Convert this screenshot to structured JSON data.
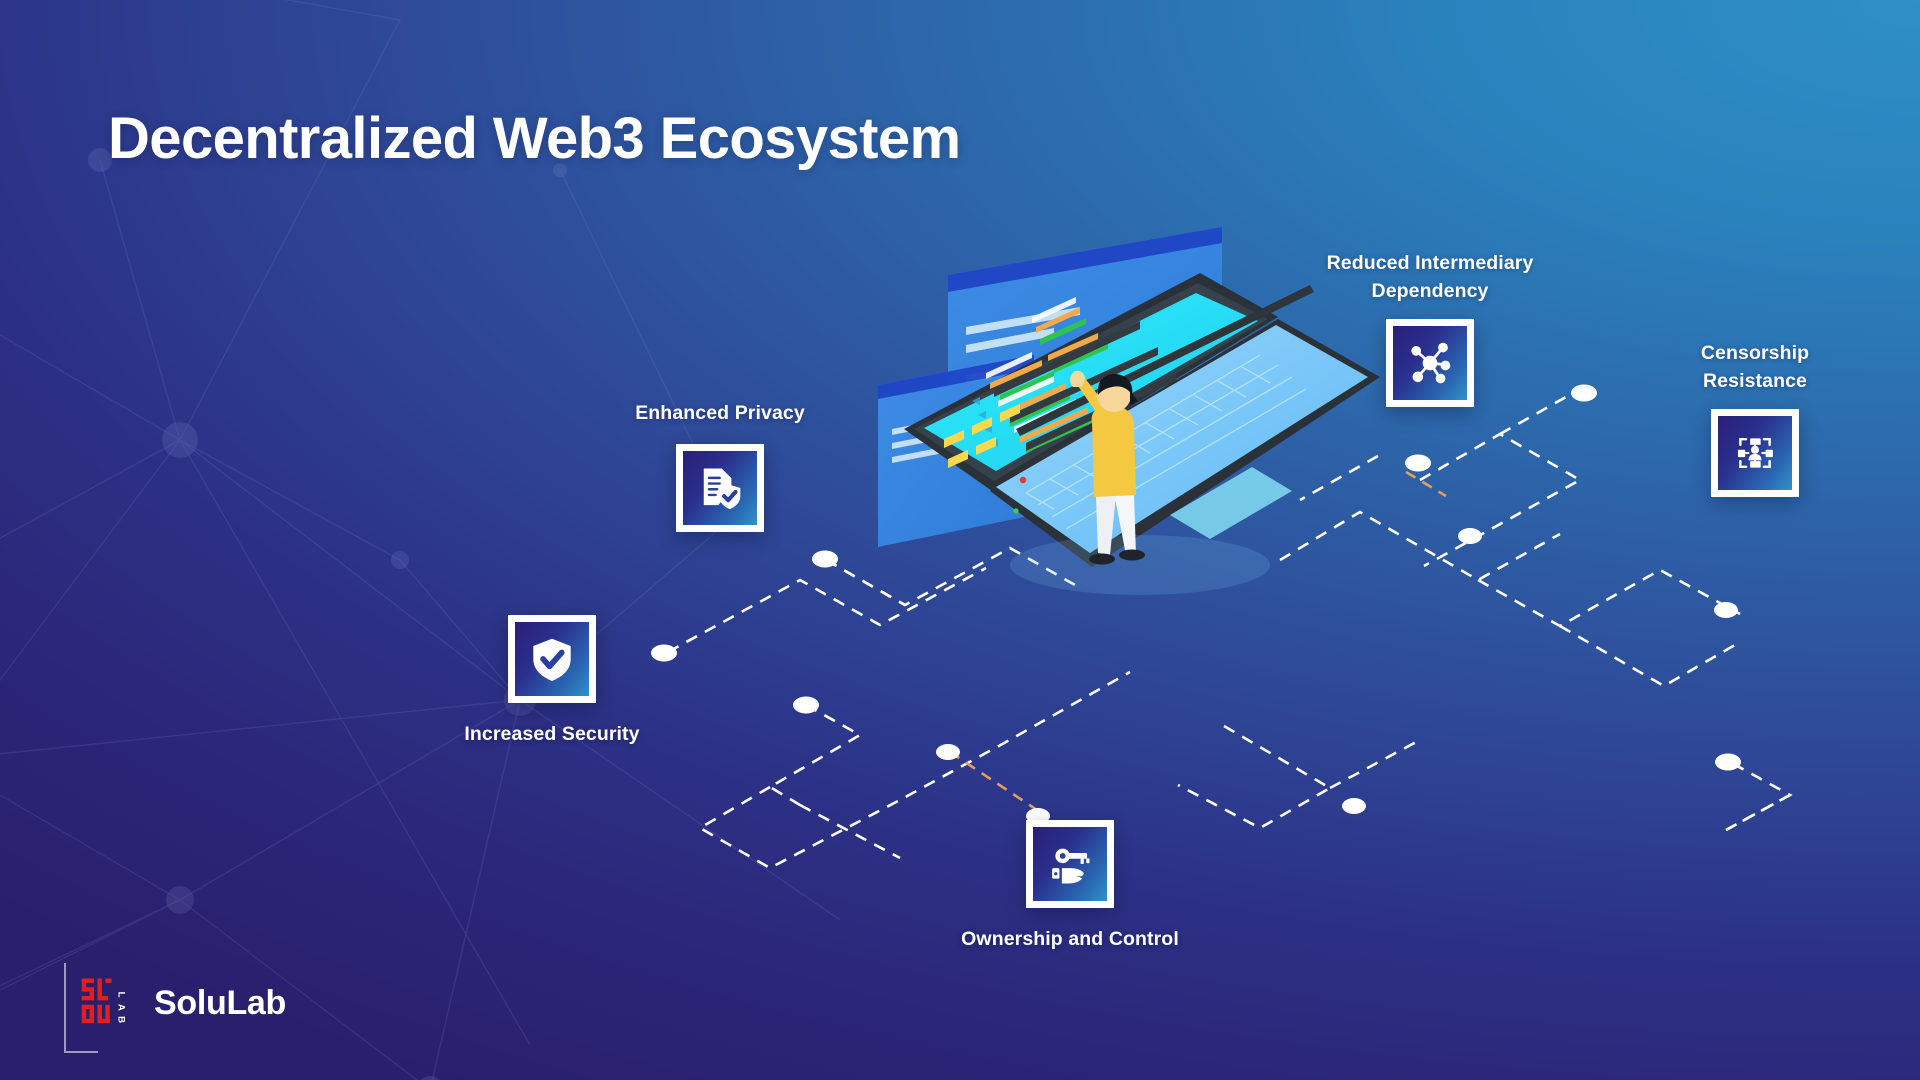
{
  "page": {
    "title": "Decentralized Web3 Ecosystem",
    "background": {
      "gradient_from": "#2a1f6d",
      "gradient_to": "#2f8fc6",
      "style": "indigo-to-steel-blue diagonal gradient with faint node network watermark"
    }
  },
  "brand": {
    "name": "SoluLab",
    "mark_text": "SOLU",
    "mark_sub_text": "LAB",
    "mark_color": "#e02020",
    "wordmark_color": "#ffffff"
  },
  "features": [
    {
      "id": "enhanced-privacy",
      "label": "Enhanced Privacy",
      "icon": "document-shield-check-icon",
      "position": "left-upper"
    },
    {
      "id": "reduced-intermediary-dependency",
      "label": "Reduced Intermediary\nDependency",
      "icon": "network-hub-nodes-icon",
      "position": "right-upper"
    },
    {
      "id": "censorship-resistance",
      "label": "Censorship\nResistance",
      "icon": "user-network-brackets-icon",
      "position": "right-far"
    },
    {
      "id": "increased-security",
      "label": "Increased Security",
      "icon": "shield-check-icon",
      "position": "left-lower"
    },
    {
      "id": "ownership-and-control",
      "label": "Ownership and Control",
      "icon": "hand-holding-key-icon",
      "position": "bottom-center"
    }
  ],
  "illustration": {
    "name": "isometric-laptop-developer",
    "description": "Isometric laptop with cyan code editor screen, floating UI panels and a standing developer",
    "figure_shirt_color": "#f5c841",
    "screen_color": "#25e4f5",
    "laptop_body_color": "#7dc6f5",
    "accent_code_colors": [
      "#2fc44f",
      "#f0a94b",
      "#ffffff",
      "#333333"
    ]
  },
  "connectors": {
    "style": "isometric dashed traces",
    "dash_color": "#ffffff",
    "accent_dash_color": "#e3a05a",
    "endpoint_dot_color": "#ffffff",
    "endpoint_count": 8
  },
  "icon_colors": {
    "tile_border": "#ffffff",
    "tile_gradient_from": "#2b1f78",
    "tile_gradient_to": "#2f93c9",
    "glyph": "#ffffff"
  }
}
